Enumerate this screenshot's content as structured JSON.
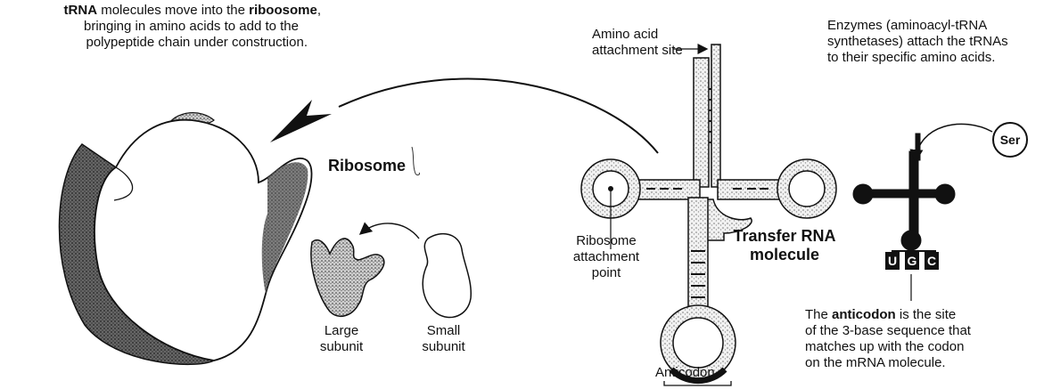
{
  "captions": {
    "trna_move": {
      "bold1": "tRNA",
      "text1": " molecules move into the ",
      "bold2": "riboosome",
      "text2": ",",
      "line2": "bringing in amino acids to add to the",
      "line3": "polypeptide chain under construction."
    },
    "amino_site": {
      "line1": "Amino acid",
      "line2": "attachment site"
    },
    "enzymes": {
      "line1": "Enzymes (aminoacyl-tRNA",
      "line2": "synthetases) attach the tRNAs",
      "line3": "to their specific amino acids."
    },
    "ribosome": "Ribosome",
    "large_subunit": {
      "line1": "Large",
      "line2": "subunit"
    },
    "small_subunit": {
      "line1": "Small",
      "line2": "subunit"
    },
    "ribosome_attachment": {
      "line1": "Ribosome",
      "line2": "attachment",
      "line3": "point"
    },
    "transfer_rna": {
      "line1": "Transfer RNA",
      "line2": "molecule"
    },
    "anticodon": "Anticodon",
    "anticodon_site": {
      "pre": "The ",
      "bold": "anticodon",
      "post": " is the site",
      "line2": "of the 3-base sequence that",
      "line3": "matches up with the codon",
      "line4": "on the mRNA molecule."
    },
    "ser": "Ser",
    "bases": [
      "U",
      "G",
      "C"
    ]
  }
}
